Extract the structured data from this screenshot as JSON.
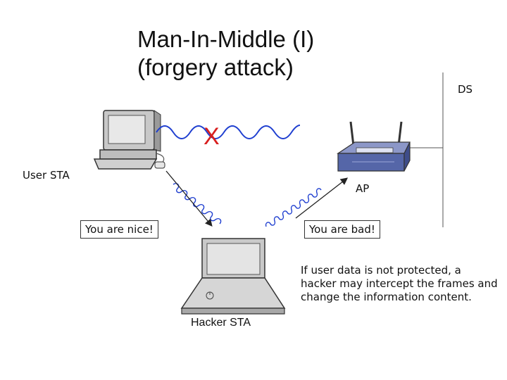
{
  "title": {
    "line1": "Man-In-Middle (I)",
    "line2": "(forgery attack)"
  },
  "labels": {
    "ds": "DS",
    "user_sta": "User STA",
    "ap": "AP",
    "hacker_sta": "Hacker STA",
    "blocked_mark": "X"
  },
  "messages": {
    "to_user": "You are nice!",
    "to_ap": "You are bad!"
  },
  "note": "If user data is not protected, a hacker may intercept the frames and change the information content.",
  "colors": {
    "signal_blue": "#1f3fd0",
    "blocked_red": "#d81e1e",
    "router_body": "#5566a8"
  }
}
